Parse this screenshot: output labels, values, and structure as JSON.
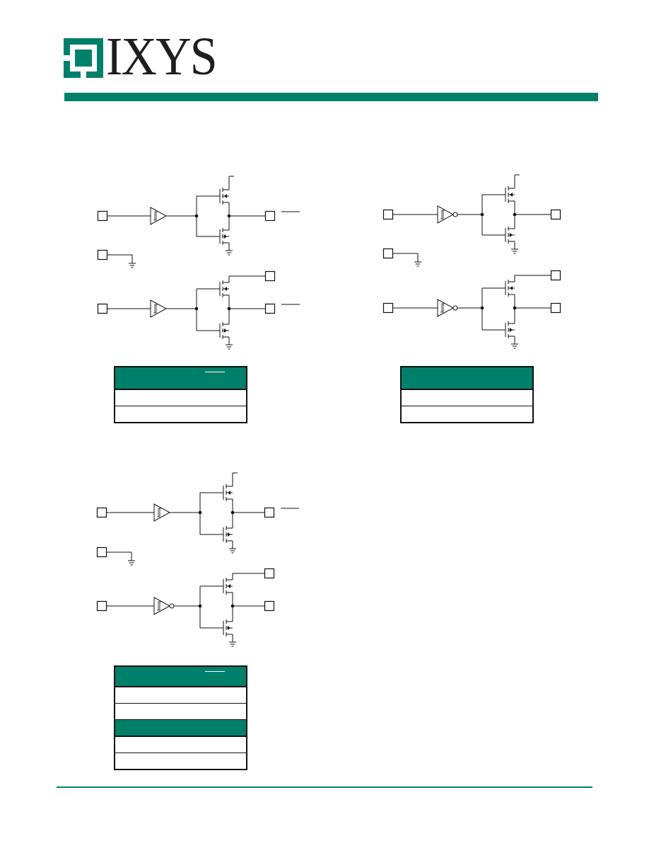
{
  "brand": {
    "name": "IXYS",
    "primary_color": "#00806a",
    "line_color": "#111111"
  },
  "schematics": [
    {
      "group": "upper-left",
      "channels": [
        {
          "input_gate": "non-inverting-schmitt-buffer",
          "output_overbar": true,
          "second_output_pin": false
        },
        {
          "input_gate": "non-inverting-schmitt-buffer",
          "output_overbar": true,
          "second_output_pin": true
        }
      ]
    },
    {
      "group": "upper-right",
      "channels": [
        {
          "input_gate": "inverting-schmitt-buffer",
          "output_overbar": false,
          "second_output_pin": false
        },
        {
          "input_gate": "inverting-schmitt-buffer",
          "output_overbar": false,
          "second_output_pin": true
        }
      ]
    },
    {
      "group": "lower-left",
      "channels": [
        {
          "input_gate": "non-inverting-schmitt-buffer",
          "output_overbar": true,
          "second_output_pin": false
        },
        {
          "input_gate": "inverting-schmitt-buffer",
          "output_overbar": false,
          "second_output_pin": true
        }
      ]
    }
  ],
  "tables": [
    {
      "group": "upper-left",
      "header_overbar": true,
      "sections": [
        {
          "rows": 2
        }
      ]
    },
    {
      "group": "upper-right",
      "header_overbar": false,
      "sections": [
        {
          "rows": 2
        }
      ]
    },
    {
      "group": "lower-left",
      "header_overbar": true,
      "sections": [
        {
          "rows": 2
        },
        {
          "rows": 2
        }
      ]
    }
  ]
}
